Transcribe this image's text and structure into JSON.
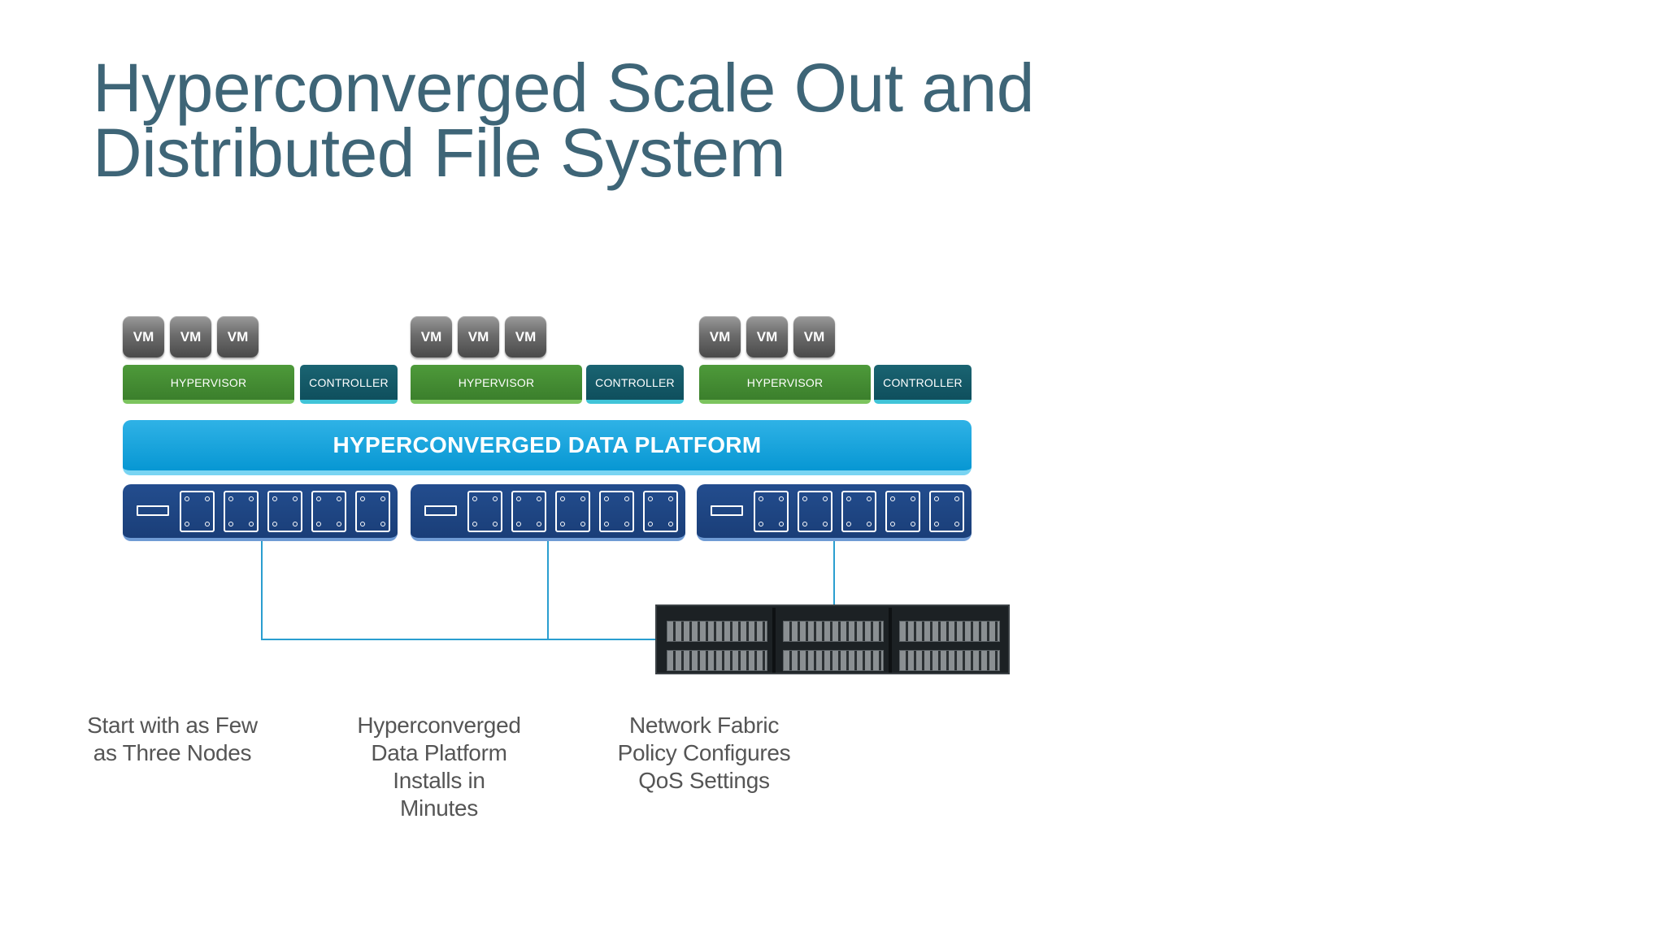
{
  "slide": {
    "title_line1": "Hyperconverged Scale Out and",
    "title_line2": "Distributed File System"
  },
  "nodes": [
    {
      "vms": [
        "VM",
        "VM",
        "VM"
      ],
      "hypervisor": "HYPERVISOR",
      "controller": "CONTROLLER"
    },
    {
      "vms": [
        "VM",
        "VM",
        "VM"
      ],
      "hypervisor": "HYPERVISOR",
      "controller": "CONTROLLER"
    },
    {
      "vms": [
        "VM",
        "VM",
        "VM"
      ],
      "hypervisor": "HYPERVISOR",
      "controller": "CONTROLLER"
    }
  ],
  "platform": {
    "label": "HYPERCONVERGED DATA PLATFORM"
  },
  "icons": {
    "server": "server-icon",
    "drive": "drive-bay-icon",
    "fabric_switch": "network-switch-icon"
  },
  "colors": {
    "title": "#3e6577",
    "hypervisor": "#3b7f2c",
    "controller": "#0f4f5d",
    "platform": "#0797d3",
    "server": "#1a3e78",
    "wire": "#2a9ed0",
    "caption": "#555555"
  },
  "captions": [
    "Start with as Few\nas Three Nodes",
    "Hyperconverged\nData Platform\nInstalls  in\nMinutes",
    "Network  Fabric\nPolicy Configures\nQoS Settings"
  ]
}
